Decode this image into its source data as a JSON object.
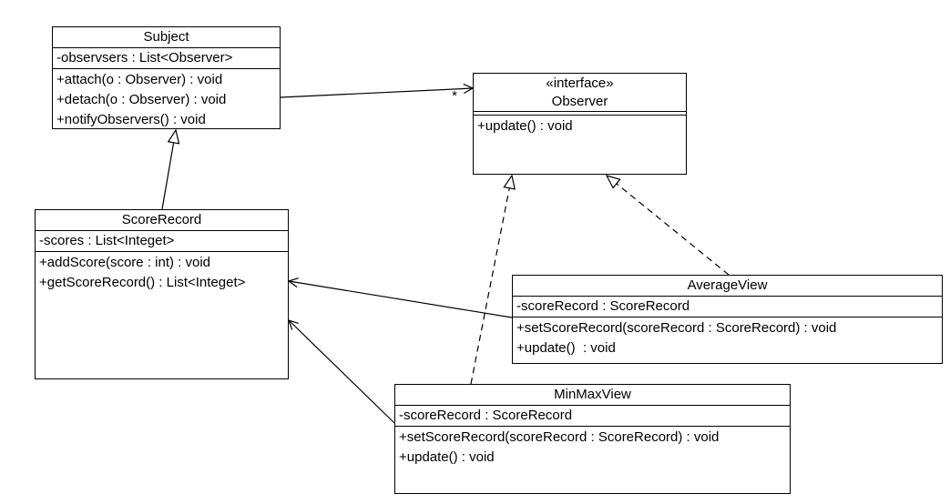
{
  "diagram": {
    "kind": "uml-class-diagram",
    "background_color": "#ffffff",
    "line_color": "#000000"
  },
  "classes": {
    "subject": {
      "name": "Subject",
      "attributes": [
        "-observsers : List<Observer>"
      ],
      "operations": [
        "+attach(o : Observer) : void",
        "+detach(o : Observer) : void",
        "+notifyObservers() : void"
      ]
    },
    "observer": {
      "stereotype": "«interface»",
      "name": "Observer",
      "attributes": [],
      "operations": [
        "+update() : void"
      ]
    },
    "scorerecord": {
      "name": "ScoreRecord",
      "attributes": [
        "-scores : List<Integet>"
      ],
      "operations": [
        "+addScore(score : int) : void",
        "+getScoreRecord() : List<Integet>"
      ]
    },
    "averageview": {
      "name": "AverageView",
      "attributes": [
        "-scoreRecord : ScoreRecord"
      ],
      "operations": [
        "+setScoreRecord(scoreRecord : ScoreRecord) : void",
        "+update()  : void"
      ]
    },
    "minmaxview": {
      "name": "MinMaxView",
      "attributes": [
        "-scoreRecord : ScoreRecord"
      ],
      "operations": [
        "+setScoreRecord(scoreRecord : ScoreRecord) : void",
        "+update() : void"
      ]
    }
  },
  "edges": {
    "subject_observer": {
      "type": "directed association",
      "from": "Subject",
      "to": "Observer",
      "multiplicity": "*"
    },
    "scorerecord_subject": {
      "type": "generalization",
      "from": "ScoreRecord",
      "to": "Subject"
    },
    "minmaxview_observer": {
      "type": "realization",
      "from": "MinMaxView",
      "to": "Observer"
    },
    "averageview_observer": {
      "type": "realization",
      "from": "AverageView",
      "to": "Observer"
    },
    "averageview_scorerecord": {
      "type": "directed association",
      "from": "AverageView",
      "to": "ScoreRecord"
    },
    "minmaxview_scorerecord": {
      "type": "directed association",
      "from": "MinMaxView",
      "to": "ScoreRecord"
    }
  }
}
